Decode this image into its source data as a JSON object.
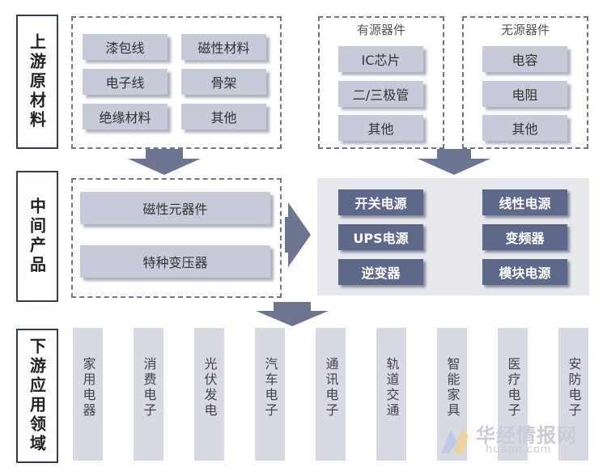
{
  "rows": [
    {
      "label": "上游原材料"
    },
    {
      "label": "中间产品"
    },
    {
      "label": "下游应用领域"
    }
  ],
  "upstream": {
    "materials": [
      "漆包线",
      "磁性材料",
      "电子线",
      "骨架",
      "绝缘材料",
      "其他"
    ],
    "active": {
      "title": "有源器件",
      "items": [
        "IC芯片",
        "二/三极管",
        "其他"
      ]
    },
    "passive": {
      "title": "无源器件",
      "items": [
        "电容",
        "电阻",
        "其他"
      ]
    }
  },
  "intermediate": {
    "left": [
      "磁性元器件",
      "特种变压器"
    ],
    "right": [
      "开关电源",
      "线性电源",
      "UPS电源",
      "变频器",
      "逆变器",
      "模块电源"
    ]
  },
  "downstream": [
    "家用电器",
    "消费电子",
    "光伏发电",
    "汽车电子",
    "通讯电子",
    "轨道交通",
    "智能家具",
    "医疗电子",
    "安防电子"
  ],
  "watermark": {
    "name": "华经情报网",
    "url": "huaon.com"
  },
  "colors": {
    "chip": "#c7cad8",
    "chip_dark": "#5e6889",
    "arrow": "#6d7591",
    "label_border": "#333b55"
  }
}
